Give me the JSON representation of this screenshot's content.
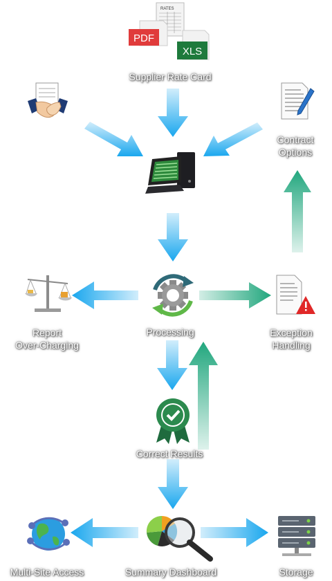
{
  "nodes": {
    "supplier_rate_card": "Supplier Rate Card",
    "rates_doc": "RATES",
    "pdf": "PDF",
    "xls": "XLS",
    "contract_options": [
      "Contract",
      "Options"
    ],
    "processing": "Processing",
    "report_over_charging": [
      "Report",
      "Over-Charging"
    ],
    "exception_handling": [
      "Exception",
      "Handling"
    ],
    "correct_results": "Correct Results",
    "multi_site_access": "Multi-Site Access",
    "summary_dashboard": "Summary Dashboard",
    "storage": "Storage"
  },
  "colors": {
    "blue_arrow": "#1aa7ee",
    "green_arrow": "#22a77e",
    "label_text": "#ffffff"
  }
}
